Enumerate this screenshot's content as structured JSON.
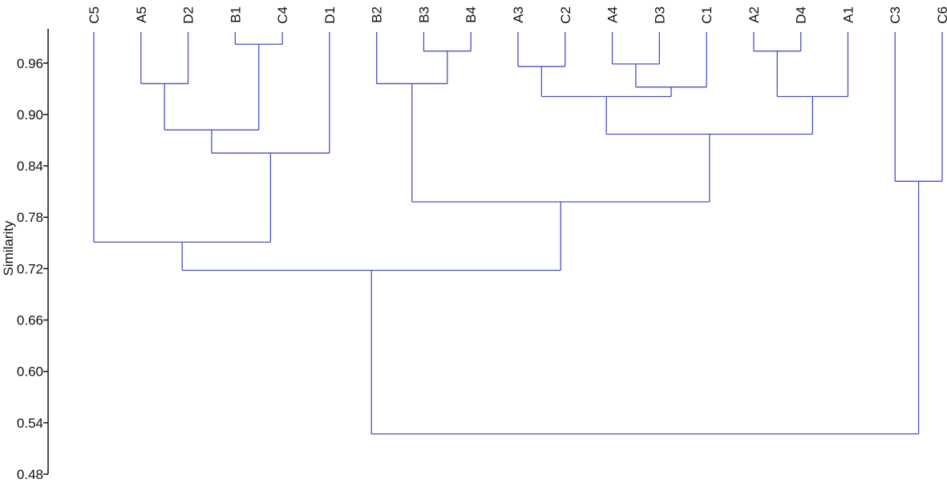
{
  "chart_data": {
    "type": "dendrogram",
    "ylabel": "Similarity",
    "ylim": [
      0.48,
      1.0
    ],
    "yticks": [
      "0.96",
      "0.90",
      "0.84",
      "0.78",
      "0.72",
      "0.66",
      "0.60",
      "0.54",
      "0.48"
    ],
    "leaves": [
      "C5",
      "A5",
      "D2",
      "B1",
      "C4",
      "D1",
      "B2",
      "B3",
      "B4",
      "A3",
      "C2",
      "A4",
      "D3",
      "C1",
      "A2",
      "D4",
      "A1",
      "C3",
      "C6"
    ],
    "merges": [
      {
        "left": "B1",
        "right": "C4",
        "similarity": 0.982
      },
      {
        "left": "B3",
        "right": "B4",
        "similarity": 0.974
      },
      {
        "left": "A2",
        "right": "D4",
        "similarity": 0.974
      },
      {
        "left": "A4",
        "right": "D3",
        "similarity": 0.959
      },
      {
        "left": "A3",
        "right": "C2",
        "similarity": 0.956
      },
      {
        "left": "A5",
        "right": "D2",
        "similarity": 0.936
      },
      {
        "left": "B2",
        "right": "B3-B4",
        "similarity": 0.936
      },
      {
        "left": "A4-D3",
        "right": "C1",
        "similarity": 0.932
      },
      {
        "left": "A2-D4",
        "right": "A1",
        "similarity": 0.921
      },
      {
        "left": "A3-C2",
        "right": "A4-D3-C1",
        "similarity": 0.921
      },
      {
        "left": "A5-D2",
        "right": "B1-C4",
        "similarity": 0.882
      },
      {
        "left": "A3-C2-A4-D3-C1",
        "right": "A2-D4-A1",
        "similarity": 0.877
      },
      {
        "left": "A5-D2-B1-C4",
        "right": "D1",
        "similarity": 0.855
      },
      {
        "left": "C3",
        "right": "C6",
        "similarity": 0.822
      },
      {
        "left": "B2-B3-B4",
        "right": "A3-C2-A4-D3-C1-A2-D4-A1",
        "similarity": 0.798
      },
      {
        "left": "C5",
        "right": "A5-D2-B1-C4-D1",
        "similarity": 0.751
      },
      {
        "left": "C5-cluster",
        "right": "B2-cluster",
        "similarity": 0.718
      },
      {
        "left": "main-cluster",
        "right": "C3-C6",
        "similarity": 0.527
      }
    ],
    "colors": {
      "tree": "#4a4fc8",
      "axis": "#111111"
    }
  }
}
